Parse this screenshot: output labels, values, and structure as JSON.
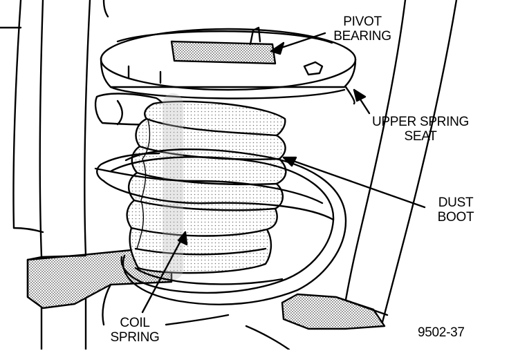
{
  "labels": {
    "pivot_bearing": [
      "PIVOT",
      "BEARING"
    ],
    "upper_spring_seat": [
      "UPPER SPRING",
      "SEAT"
    ],
    "dust_boot": [
      "DUST",
      "BOOT"
    ],
    "coil_spring": [
      "COIL",
      "SPRING"
    ]
  },
  "figure_number": "9502-37",
  "colors": {
    "ink": "#000000",
    "paper": "#ffffff",
    "shade": "#9a9a9a"
  }
}
